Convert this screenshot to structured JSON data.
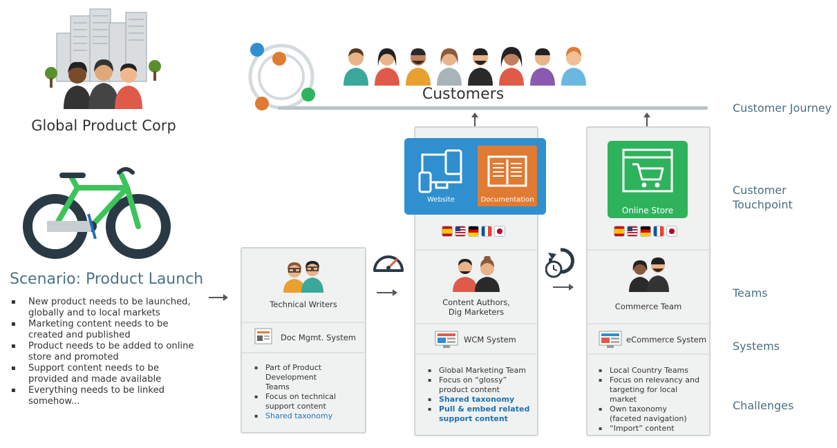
{
  "company": {
    "name": "Global Product Corp"
  },
  "scenario": {
    "title": "Scenario: Product Launch",
    "items": [
      "New product needs to be launched, globally and to local markets",
      "Marketing content needs to be created and published",
      "Product needs to be added to online store and promoted",
      "Support content needs to be provided and made available",
      "Everything needs to be linked somehow..."
    ]
  },
  "customers": {
    "label": "Customers"
  },
  "row_labels": {
    "journey": "Customer Journey",
    "touchpoint": "Customer Touchpoint",
    "teams": "Teams",
    "systems": "Systems",
    "challenges": "Challenges"
  },
  "columns": {
    "tech": {
      "team": "Technical Writers",
      "system": "Doc Mgmt. System",
      "challenges": [
        "Part of Product Development Teams",
        "Focus on technical support content",
        "Shared taxonomy"
      ]
    },
    "wcm": {
      "touchpoints": [
        "Website",
        "Documentation"
      ],
      "team_line1": "Content Authors,",
      "team_line2": "Dig Marketers",
      "system": "WCM System",
      "challenges": [
        "Global Marketing Team",
        "Focus on “glossy” product content",
        "Shared taxonomy",
        "Pull & embed related support content"
      ]
    },
    "commerce": {
      "touchpoint": "Online Store",
      "team": "Commerce Team",
      "system": "eCommerce System",
      "challenges": [
        "Local Country Teams",
        "Focus on relevancy and targeting for local market",
        "Own taxonomy (faceted navigation)",
        "“Import” content"
      ]
    }
  },
  "colors": {
    "blue": "#2f8fcf",
    "orange": "#e07b33",
    "green": "#2fb25c",
    "bike_green": "#3cc35a",
    "bike_dark": "#2a3a45",
    "highlight": "#1f72b4"
  }
}
